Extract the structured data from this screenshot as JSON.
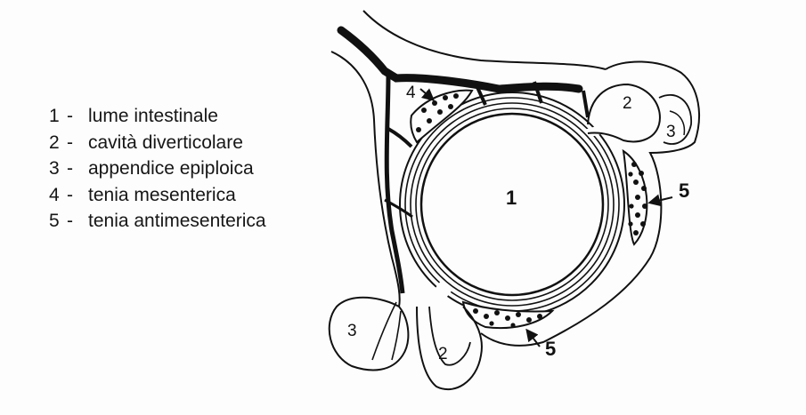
{
  "legend": [
    {
      "number": "1",
      "text": "lume intestinale"
    },
    {
      "number": "2",
      "text": "cavità diverticolare"
    },
    {
      "number": "3",
      "text": "appendice epiploica"
    },
    {
      "number": "4",
      "text": "tenia mesenterica"
    },
    {
      "number": "5",
      "text": "tenia antimesenterica"
    }
  ],
  "legend_separator": "-",
  "labels": {
    "lumen": "1",
    "diverticulum_top": "2",
    "diverticulum_bottom": "2",
    "appendix_right": "3",
    "appendix_left": "3",
    "tenia_mesenteric": "4",
    "tenia_antimesenteric_right": "5",
    "tenia_antimesenteric_bottom": "5"
  },
  "colors": {
    "ink": "#111111",
    "background": "#fdfdfd"
  }
}
